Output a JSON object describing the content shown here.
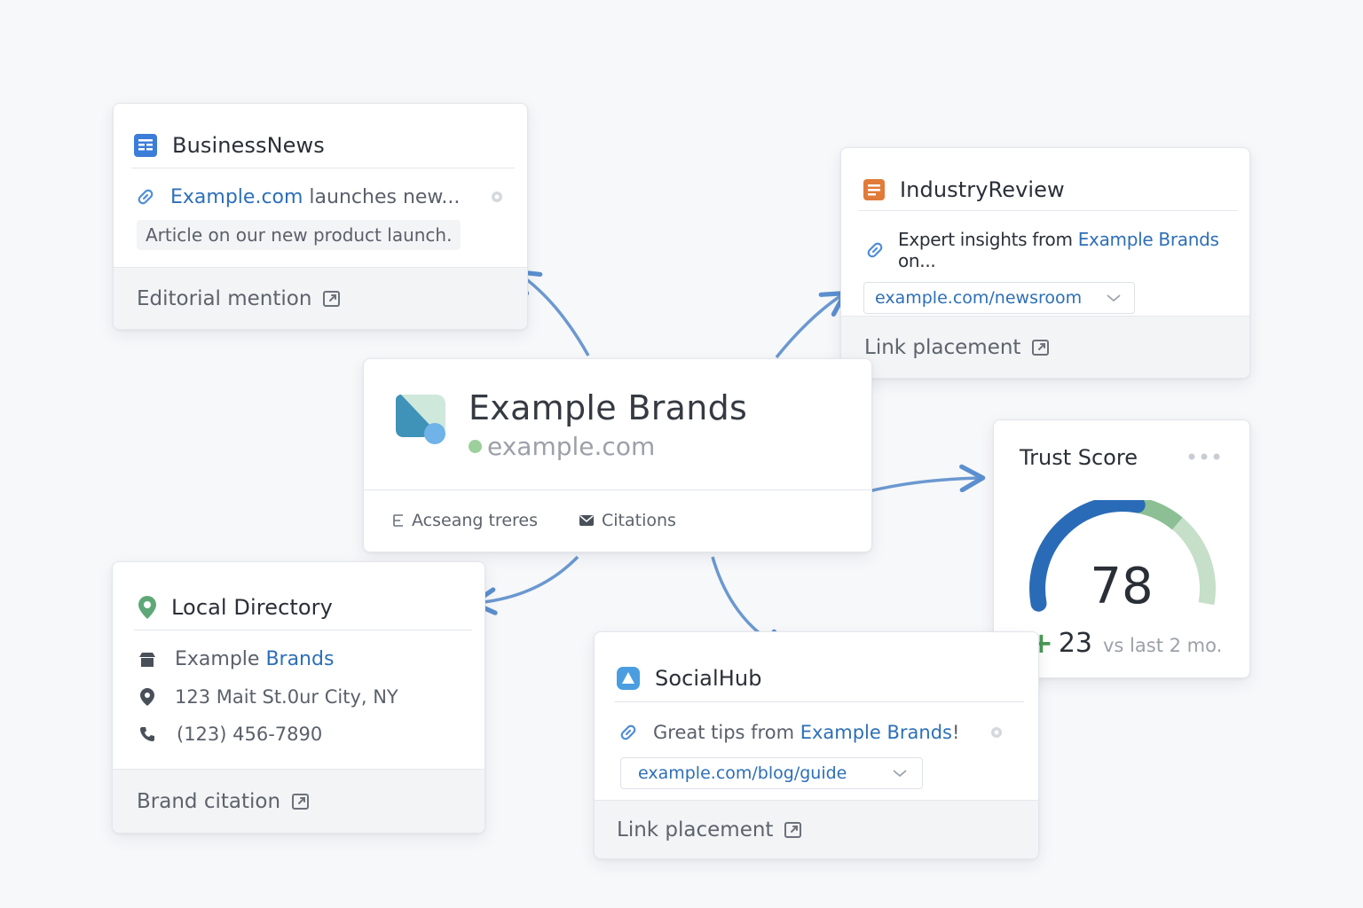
{
  "business_news": {
    "title": "BusinessNews",
    "headline_link": "Example.com",
    "headline_rest": " launches new...",
    "snippet": "Article on our new product launch.",
    "footer_label": "Editorial mention",
    "icon": "news-doc-icon"
  },
  "industry_review": {
    "title": "IndustryReview",
    "headline_prefix": "Expert insights from ",
    "headline_link": "Example Brands",
    "headline_suffix": " on...",
    "url": "example.com/newsroom",
    "footer_label": "Link placement",
    "icon": "review-doc-icon"
  },
  "brand": {
    "name": "Example Brands",
    "domain": "example.com",
    "tab1": "Acseang treres",
    "tab2": "Citations"
  },
  "trust_score": {
    "title": "Trust Score",
    "score": "78",
    "score_value": 78,
    "delta": "23",
    "delta_sign": "+",
    "delta_label": "vs last 2 mo."
  },
  "local_directory": {
    "title": "Local Directory",
    "name_prefix": "Example ",
    "name_link": "Brands",
    "address": "123 Mait St.0ur City, NY",
    "phone": "(123) 456-7890",
    "footer_label": "Brand citation"
  },
  "social_hub": {
    "title": "SocialHub",
    "post_prefix": "Great tips from ",
    "post_link": "Example Brands",
    "post_suffix": "!",
    "url": "example.com/blog/guide",
    "footer_label": "Link placement"
  },
  "colors": {
    "accent_blue": "#2d6fb7",
    "gauge_blue": "#2a6bb8",
    "gauge_green": "#8cbf94",
    "gauge_light": "#c5dfc9",
    "orange": "#e07b39",
    "status_green": "#9bcf9b"
  }
}
